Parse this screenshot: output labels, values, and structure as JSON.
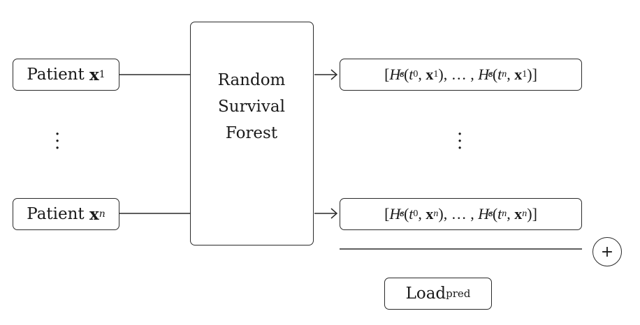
{
  "inputs": [
    {
      "word": "Patient",
      "var": "x",
      "sub": "1"
    },
    {
      "word": "Patient",
      "var": "x",
      "sub": "n"
    }
  ],
  "model": {
    "line1": "Random",
    "line2": "Survival Forest"
  },
  "outputs": [
    {
      "open": "[",
      "H": "H",
      "sup": "s",
      "sub": "e",
      "t": "t",
      "t0": "0",
      "tn": "n",
      "x": "x",
      "xsub": "1",
      "ellipsis": "…",
      "close": "]"
    },
    {
      "open": "[",
      "H": "H",
      "sup": "s",
      "sub": "e",
      "t": "t",
      "t0": "0",
      "tn": "n",
      "x": "x",
      "xsub": "n",
      "ellipsis": "…",
      "close": "]"
    }
  ],
  "sum_symbol": "+",
  "result": {
    "word": "Load",
    "sub": "pred"
  },
  "colors": {
    "stroke": "#2a2a2a",
    "node_fill": "#2e4a8a",
    "node_outline": "#2e4a8a"
  },
  "icons": {
    "tree": "tree-icon"
  }
}
